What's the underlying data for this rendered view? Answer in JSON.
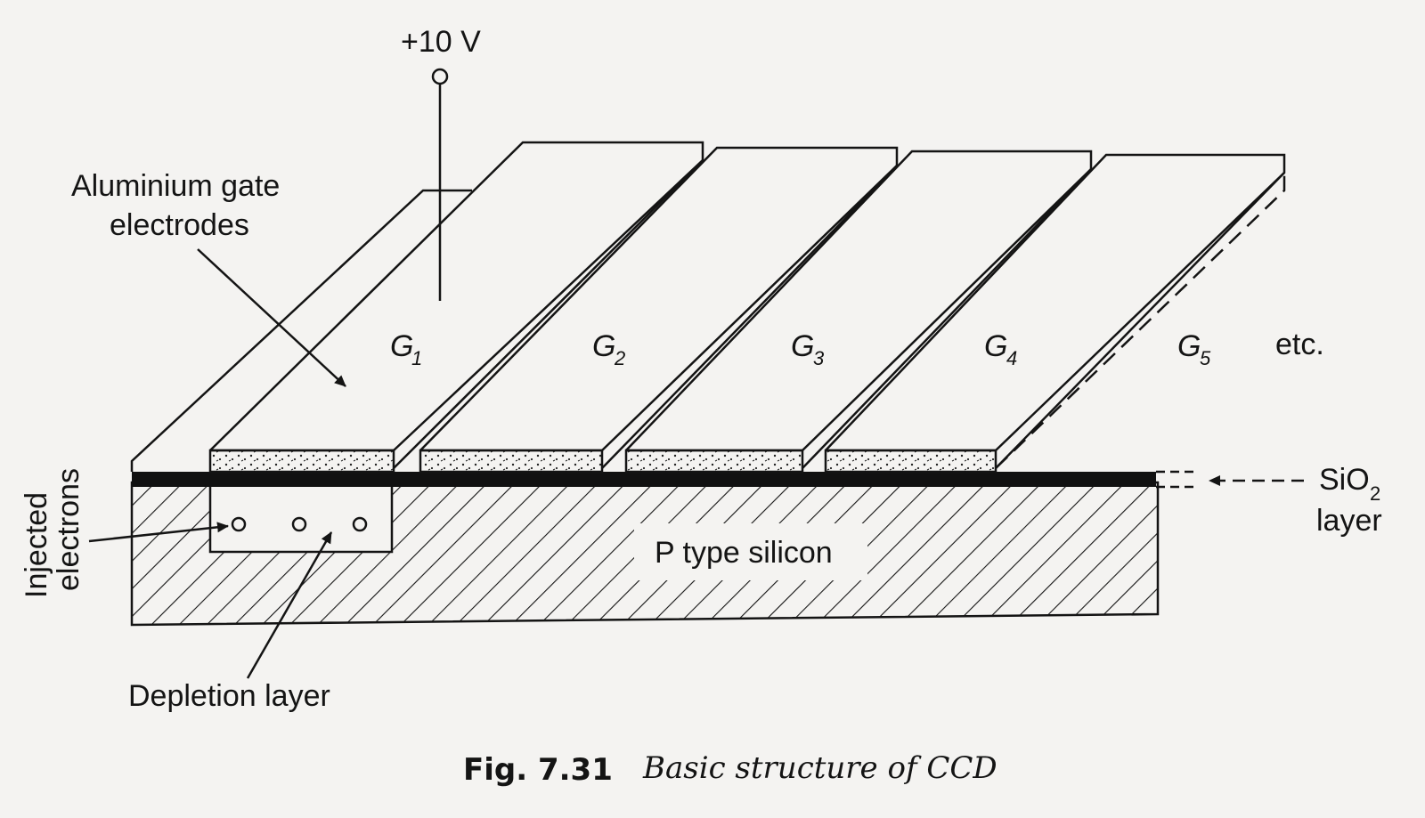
{
  "voltage": {
    "label": "+10 V"
  },
  "gate_callout": {
    "line1": "Aluminium gate",
    "line2": "electrodes"
  },
  "gates": [
    {
      "letter": "G",
      "index": "1"
    },
    {
      "letter": "G",
      "index": "2"
    },
    {
      "letter": "G",
      "index": "3"
    },
    {
      "letter": "G",
      "index": "4"
    },
    {
      "letter": "G",
      "index": "5"
    }
  ],
  "etc_label": "etc.",
  "injected": {
    "line1": "Injected",
    "line2": "electrons"
  },
  "sio2": {
    "main": "SiO",
    "sub": "2",
    "line2": "layer"
  },
  "substrate_label": "P type silicon",
  "depletion_label": "Depletion layer",
  "caption": {
    "number": "Fig. 7.31",
    "text": "Basic structure of CCD"
  }
}
